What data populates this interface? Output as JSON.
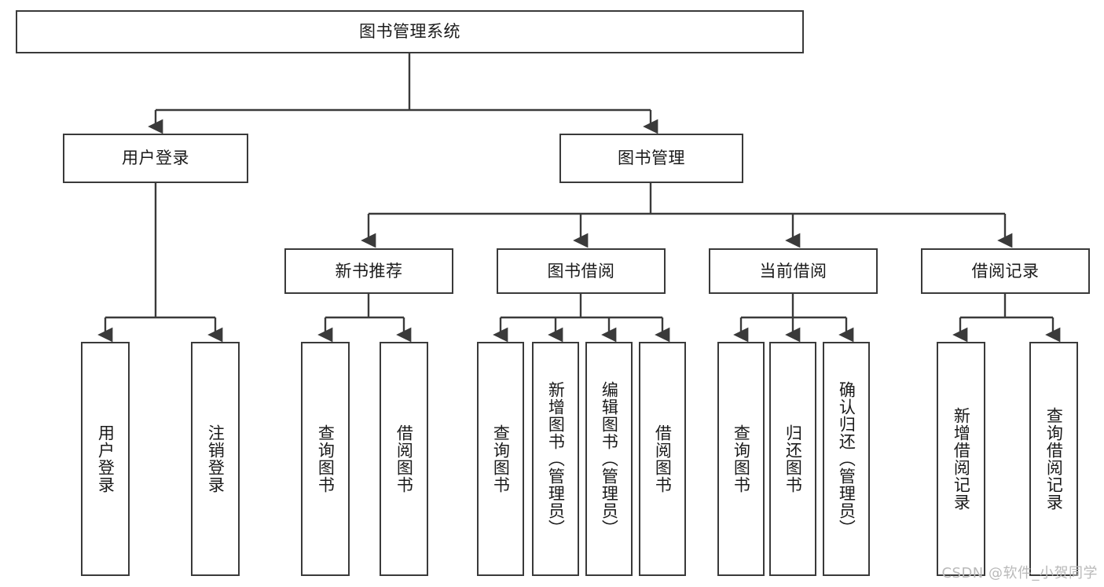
{
  "diagram": {
    "title": "图书管理系统",
    "type": "functional-structure-tree",
    "root": {
      "label": "图书管理系统"
    },
    "level1": [
      {
        "label": "用户登录"
      },
      {
        "label": "图书管理"
      }
    ],
    "level2": [
      {
        "label": "新书推荐"
      },
      {
        "label": "图书借阅"
      },
      {
        "label": "当前借阅"
      },
      {
        "label": "借阅记录"
      }
    ],
    "leaves_user_login": [
      {
        "label": "用户登录"
      },
      {
        "label": "注销登录"
      }
    ],
    "leaves_new_book": [
      {
        "label": "查询图书"
      },
      {
        "label": "借阅图书"
      }
    ],
    "leaves_borrow": [
      {
        "label": "查询图书"
      },
      {
        "label": "新增图书（管理员）"
      },
      {
        "label": "编辑图书（管理员）"
      },
      {
        "label": "借阅图书"
      }
    ],
    "leaves_current": [
      {
        "label": "查询图书"
      },
      {
        "label": "归还图书"
      },
      {
        "label": "确认归还（管理员）"
      }
    ],
    "leaves_record": [
      {
        "label": "新增借阅记录"
      },
      {
        "label": "查询借阅记录"
      }
    ]
  },
  "watermark": {
    "text": "CSDN @软件_小贺同学"
  },
  "colors": {
    "stroke": "#3a3a3a",
    "background": "#ffffff",
    "text": "#1a1a1a",
    "watermark": "#b9b9b9"
  }
}
